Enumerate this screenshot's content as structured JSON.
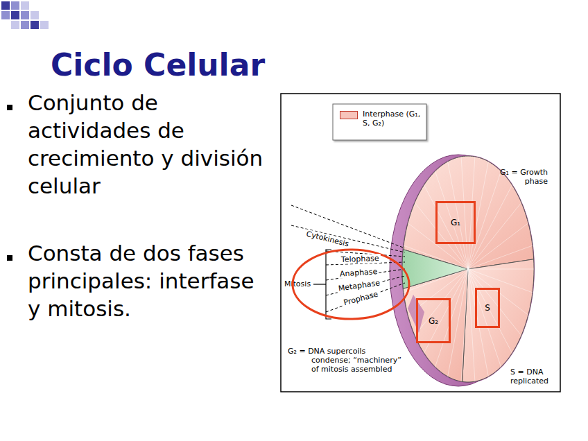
{
  "diagram": {
    "title": "Ciclo Celular",
    "nodes": [
      {
        "text": [
          "G₁"
        ]
      },
      {
        "text": [
          "S"
        ]
      },
      {
        "text": [
          "G₂"
        ]
      },
      {
        "text": [
          "Telophase",
          "Anaphase",
          "Metaphase",
          "Prophase"
        ]
      }
    ],
    "labels": [
      "Conjunto de actividades de crecimiento y división celular",
      "Consta de dos fases principales: interfase y mitosis.",
      "G₁ = Growth phase",
      "Cytokinesis",
      "Mitosis",
      "G₂ = DNA supercoils condense; “machinery” of mitosis assembled",
      "S = DNA replicated"
    ],
    "legend": [
      {
        "text": "Interphase (G₁, S, G₂)",
        "color": "#f7c4bb"
      }
    ]
  }
}
